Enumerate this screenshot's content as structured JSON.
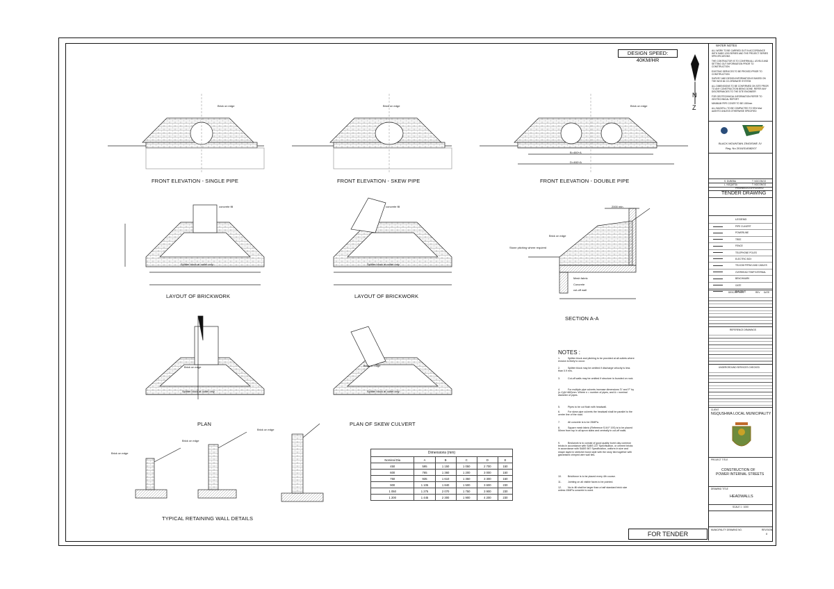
{
  "design_speed": "DESIGN SPEED: 40KM/HR",
  "views": {
    "front_single": "FRONT ELEVATION - SINGLE PIPE",
    "front_skew": "FRONT ELEVATION - SKEW PIPE",
    "front_double": "FRONT ELEVATION - DOUBLE PIPE",
    "layout_1": "LAYOUT OF BRICKWORK",
    "layout_2": "LAYOUT OF BRICKWORK",
    "section": "SECTION A-A",
    "plan": "PLAN",
    "plan_skew": "PLAN OF SKEW CULVERT",
    "retaining": "TYPICAL RETAINING WALL DETAILS"
  },
  "labels": {
    "brick_on_edge": "Brick on edge",
    "concrete_fill": "concrete fill",
    "splitter": "Splitter block at outlet only",
    "b_460": "B=460+A",
    "d_460": "D=460+A",
    "stone_pitching": "Stone pitching where required",
    "mesh": "Mesh fabric",
    "concrete": "Concrete",
    "cutoff": "cut-off wall",
    "dim_2000": "2000 min."
  },
  "notes_title": "NOTES :",
  "notes": [
    {
      "n": "1.",
      "t": "Splitter block and pitching to be provided at all outlets where erosion is likely to occur."
    },
    {
      "n": "2.",
      "t": "Splitter block may be omitted if discharge velocity is less than 0.9 m/s."
    },
    {
      "n": "3.",
      "t": "Cut-off walls may be omitted if structure is founded on rock."
    },
    {
      "n": "4.",
      "t": "For multiple pipe culverts increase dimensions 'D' and 'F' by (n-1)(A+460)mm. Where n = number of pipes, and A = nominal diameter of pipes."
    },
    {
      "n": "5.",
      "t": "Pipes to be cut flush with headwall."
    },
    {
      "n": "6.",
      "t": "For skew pipe culverts the headwall shall be parallel to the centre line of the road."
    },
    {
      "n": "7.",
      "t": "All concrete is to be 25MPa."
    },
    {
      "n": "8.",
      "t": "Square mesh fabric (Reference S.M.F 193) is to be placed 50mm from top in all apron slabs and centrally in cut-off walls."
    },
    {
      "n": "9.",
      "t": "Brickwork is to consist of good quality burnt clay common bricks in accordance with SABS 227 Specification, or cement bricks in accordance with SABS 987 Specification, uniform in size and shape layed in stretcher bond style with the story tied together with galvanised crimped wire wall ties."
    },
    {
      "n": "10.",
      "t": "Brickforce is to be placed every 4th course."
    },
    {
      "n": "11.",
      "t": "Jointing on all visible faces to be pointed."
    },
    {
      "n": "12.",
      "t": "No in-fill shall be larger than a half standard brick size unless 15MPa concrete is used."
    }
  ],
  "dimensions_table": {
    "title": "Dimensions (mm)",
    "headers": [
      "Nominal Dia",
      "A",
      "B",
      "C",
      "D",
      "E"
    ],
    "rows": [
      [
        "450",
        "595",
        "1 150",
        "1 050",
        "2 700",
        "150"
      ],
      [
        "600",
        "765",
        "1 360",
        "1 200",
        "3 000",
        "150"
      ],
      [
        "750",
        "935",
        "1 610",
        "1 350",
        "3 300",
        "150"
      ],
      [
        "900",
        "1 105",
        "1 840",
        "1 500",
        "3 600",
        "230"
      ],
      [
        "1 050",
        "1 275",
        "2 070",
        "1 750",
        "3 900",
        "230"
      ],
      [
        "1 200",
        "1 445",
        "2 300",
        "1 900",
        "4 200",
        "230"
      ]
    ]
  },
  "for_tender": "FOR TENDER",
  "titleblock": {
    "water_notes_title": "WATER NOTES",
    "water_notes": [
      "ALL WORK TO BE CARRIED OUT IN ACCORDANCE WITH SABS 1200 SERIES AND THE PROJECT SERIES SPECIFICATIONS",
      "THE CONTRACTOR IS TO CONFIRM ALL LEVELS AND SETTING OUT INFORMATION PRIOR TO CONSTRUCTION",
      "EXISTING SERVICES TO BE PROVED PRIOR TO CONSTRUCTION",
      "SURVEY AND DESIGN INFORMATION IS BASED ON THE WGS 84 CO-ORDINATE SYSTEM",
      "ALL DIMENSIONS TO BE CONFIRMED ON SITE PRIOR TO ANY CONSTRUCTION BEING DONE. REFER ANY DISCREPANCIES TO THE SITE ENGINEER",
      "FOR GEOTECHNICAL INFORMATION REFER TO GEOTECHNICAL REPORT",
      "MINIMUM PIPE COVER TO BE 1000mm",
      "ALL BACKFILL TO BE COMPACTED TO 93% Mod AASHTO UNLESS OTHERWISE SPECIFIED"
    ],
    "company": "BLACK MOUNTAIN ZINGISWE JV",
    "reg": "Reg. No 2016/314582/07",
    "designed_by": "S. DUBEBA",
    "drawn_by": "L. NGQATSA",
    "checked_1": "T. NGCONGO",
    "checked_2": "T. NGCONGO",
    "drawing_no": "PR08/NMCE/ZGF/RD/SH/02",
    "tender_drawing": "TENDER DRAWING",
    "legend": "LEGEND",
    "legend_items": [
      "PIPE CULVERT",
      "POWERLINE",
      "TREE",
      "FENCE",
      "TELEPHONE POLES",
      "ELECTRIC BOX",
      "TELKOM PIPING AND CABLES",
      "OVERHEAD TEMP INTERNAL",
      "BENCHMARK",
      "GATE",
      "BUILDING"
    ],
    "description": "DESCRIPTION",
    "rev": "REV",
    "date": "DATE",
    "reference": "REFERENCE DRAWINGS",
    "underground": "UNDERGROUND SERVICES CHECKED",
    "client_label": "CLIENT",
    "client": "NGQUSHWA LOCAL MUNICIPALITY",
    "project_label": "PROJECT TITLE",
    "project_1": "CONSTRUCTION OF",
    "project_2": "POWER INTERNAL STREETS",
    "drawing_title_label": "DRAWING TITLE",
    "drawing_title": "HEADWALLS",
    "scale": "SCALE   1 : 1000",
    "bottom_left": "MUNICIPALITY DRAWING NO.",
    "bottom_right": "REVISION",
    "revision": "0"
  }
}
